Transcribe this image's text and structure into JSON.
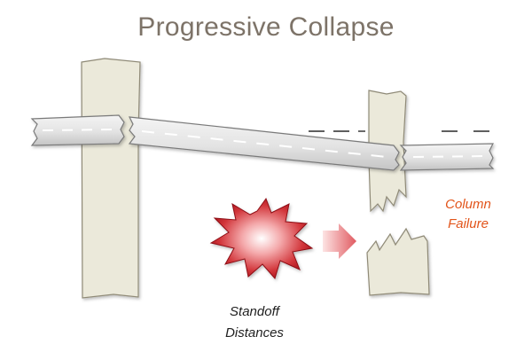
{
  "title": "Progressive Collapse",
  "labels": {
    "column_failure": [
      "Column",
      "Failure"
    ],
    "standoff_distances": [
      "Standoff",
      "Distances"
    ]
  },
  "colors": {
    "title": "#7d7368",
    "column_fill": "#ebe9da",
    "column_stroke": "#8f8a77",
    "beam_fill": "#e6e6e6",
    "beam_stroke": "#7a7a7a",
    "blast_core": "#ffffff",
    "blast_outer": "#b8161c",
    "arrow": "#e36a6e",
    "failure_text": "#e2541a",
    "standoff_text": "#1f1f1f"
  },
  "icons": [
    "explosion-icon",
    "arrow-right-icon"
  ]
}
